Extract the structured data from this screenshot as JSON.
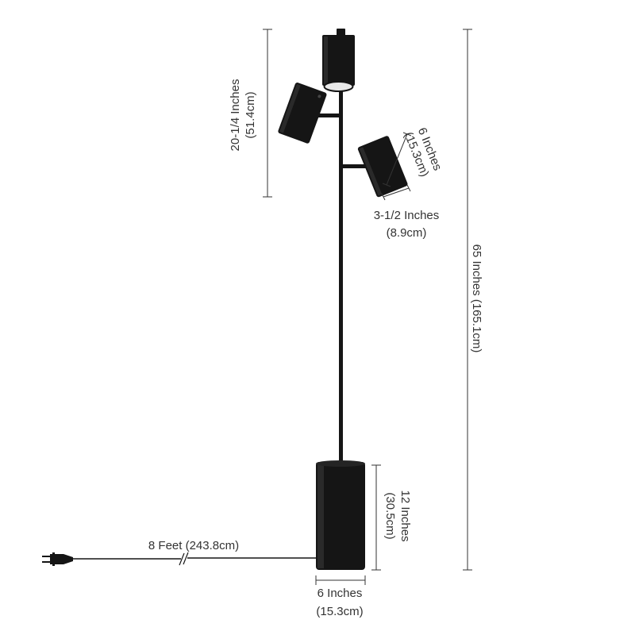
{
  "product": {
    "finish_color": "#151515",
    "lamp_heads": 3,
    "plug_icon": "plug-icon"
  },
  "dimensions": {
    "overall_height": {
      "label": "65 Inches (165.1cm)"
    },
    "head_section": {
      "line1": "20-1/4 Inches",
      "line2": "(51.4cm)"
    },
    "shade_length": {
      "line1": "6 Inches",
      "line2": "(15.3cm)"
    },
    "shade_diameter": {
      "line1": "3-1/2 Inches",
      "line2": "(8.9cm)"
    },
    "base_height": {
      "line1": "12 Inches",
      "line2": "(30.5cm)"
    },
    "base_width": {
      "line1": "6 Inches",
      "line2": "(15.3cm)"
    },
    "cord_length": {
      "label": "8 Feet (243.8cm)"
    }
  },
  "colors": {
    "lamp": "#151515",
    "dimension_lines": "#333333",
    "background": "#ffffff"
  }
}
